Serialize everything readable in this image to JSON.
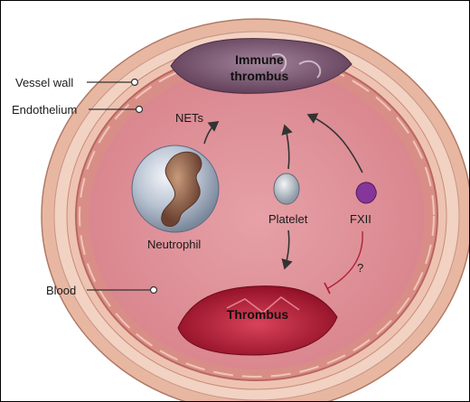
{
  "diagram": {
    "labels": {
      "vessel_wall": "Vessel wall",
      "endothelium": "Endothelium",
      "blood": "Blood",
      "nets": "NETs",
      "neutrophil": "Neutrophil",
      "platelet": "Platelet",
      "fxii": "FXII",
      "question": "?",
      "immune_thrombus_line1": "Immune",
      "immune_thrombus_line2": "thrombus",
      "thrombus": "Thrombus"
    },
    "colors": {
      "vessel_outer": "#e9b9a4",
      "vessel_band": "#f3d2c1",
      "endothelium": "#d98f86",
      "lumen": "#dc8c94",
      "immune_thrombus": "#6f4a66",
      "thrombus": "#a3122a",
      "fxii": "#8a3a9a",
      "inhibit_line": "#b0223a",
      "arrow": "#333333"
    }
  }
}
